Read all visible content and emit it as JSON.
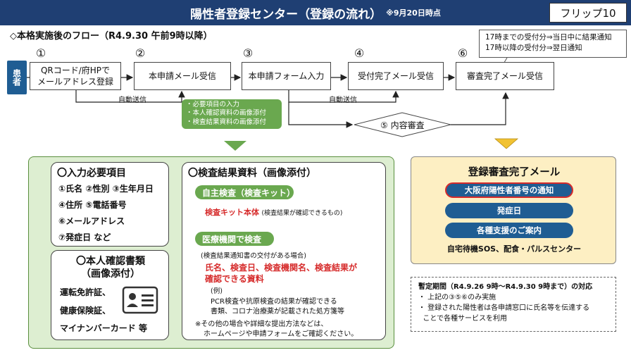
{
  "header": {
    "title": "陽性者登録センター（登録の流れ）",
    "note": "※9月20日時点",
    "flip": "フリップ10"
  },
  "subtitle": "◇本格実施後のフロー（R4.9.30 午前9時以降）",
  "patient_label": "患者",
  "steps": [
    {
      "num": "①",
      "label_lines": [
        "QRコード/府HPで",
        "メールアドレス登録"
      ]
    },
    {
      "num": "②",
      "label": "本申請メール受信"
    },
    {
      "num": "③",
      "label": "本申請フォーム入力"
    },
    {
      "num": "④",
      "label": "受付完了メール受信"
    },
    {
      "num": "⑤",
      "label": "⑤ 内容審査"
    },
    {
      "num": "⑥",
      "label": "審査完了メール受信"
    }
  ],
  "auto_send_1": "自動送信",
  "auto_send_2": "自動送信",
  "timing_note": [
    "17時までの受付分⇒当日中に結果通知",
    "17時以降の受付分⇒翌日通知"
  ],
  "green_note": [
    "・必要項目の入力",
    "・本人確認資料の画像添付",
    "・検査結果資料の画像添付"
  ],
  "required": {
    "title": "〇入力必要項目",
    "items": [
      "①氏名 ②性別 ③生年月日",
      "④住所 ⑤電話番号",
      "⑥メールアドレス",
      "⑦発症日 など"
    ]
  },
  "identity": {
    "title_lines": [
      "〇本人確認書類",
      "（画像添付）"
    ],
    "items": [
      "運転免許証、",
      "健康保険証、",
      "マイナンバーカード 等"
    ]
  },
  "test_results": {
    "title": "〇検査結果資料（画像添付）",
    "self_test_label": "自主検査（検査キット）",
    "self_test_main": "検査キット本体",
    "self_test_note": "(検査結果が確認できるもの)",
    "clinic_label": "医療機関で検査",
    "clinic_note": "(検査結果通知書の交付がある場合)",
    "clinic_red": [
      "氏名、検査日、検査機関名、検査結果が",
      "確認できる資料"
    ],
    "example_label": "(例)",
    "example_lines": [
      "PCR検査や抗原検査の結果が確認できる",
      "書類、コロナ治療薬が記載された処方箋等"
    ],
    "other_lines": [
      "※その他の場合や詳細な提出方法などは、",
      "ホームページや申請フォームをご確認ください。"
    ]
  },
  "completion": {
    "title": "登録審査完了メール",
    "pills": [
      "大阪府陽性者番号の通知",
      "発症日",
      "各種支援のご案内"
    ],
    "footer": "自宅待機SOS、配食・パルスセンター"
  },
  "provisional": {
    "title": "暫定期間（R4.9.26 9時～R4.9.30 9時まで）の対応",
    "lines": [
      "・ 上記の③⑤⑥のみ実施",
      "・ 登録された陽性者は各申請窓口に氏名等を伝達する",
      "  ことで各種サービスを利用"
    ]
  },
  "colors": {
    "header": "#1f3f73",
    "patient": "#1f5d93",
    "green": "#6aa84f",
    "green_panel": "#ddeed1",
    "yellow_panel": "#fdefc3",
    "red": "#d62b2b",
    "blue_pill": "#1f5d93",
    "triangle_yellow": "#f1c232"
  }
}
